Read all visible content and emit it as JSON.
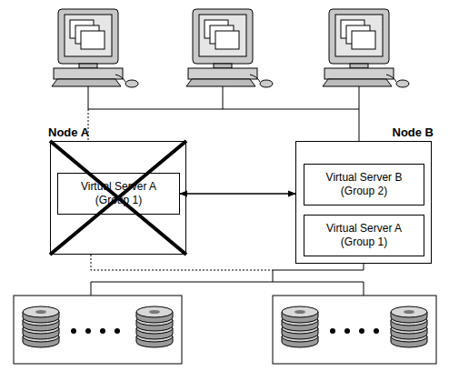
{
  "diagram": {
    "nodes": [
      {
        "text": [
          "Node A"
        ]
      },
      {
        "text": [
          "Virtual Server A (Group 1)"
        ],
        "in": 0
      },
      {
        "text": [
          "Node B"
        ]
      },
      {
        "text": [
          "Virtual Server B (Group 2)"
        ],
        "in": 2
      },
      {
        "text": [
          "Virtual Server A (Group 1)"
        ],
        "in": 2
      }
    ],
    "edges": [
      {
        "from": 1,
        "to": 2,
        "arrow": "both"
      }
    ]
  }
}
